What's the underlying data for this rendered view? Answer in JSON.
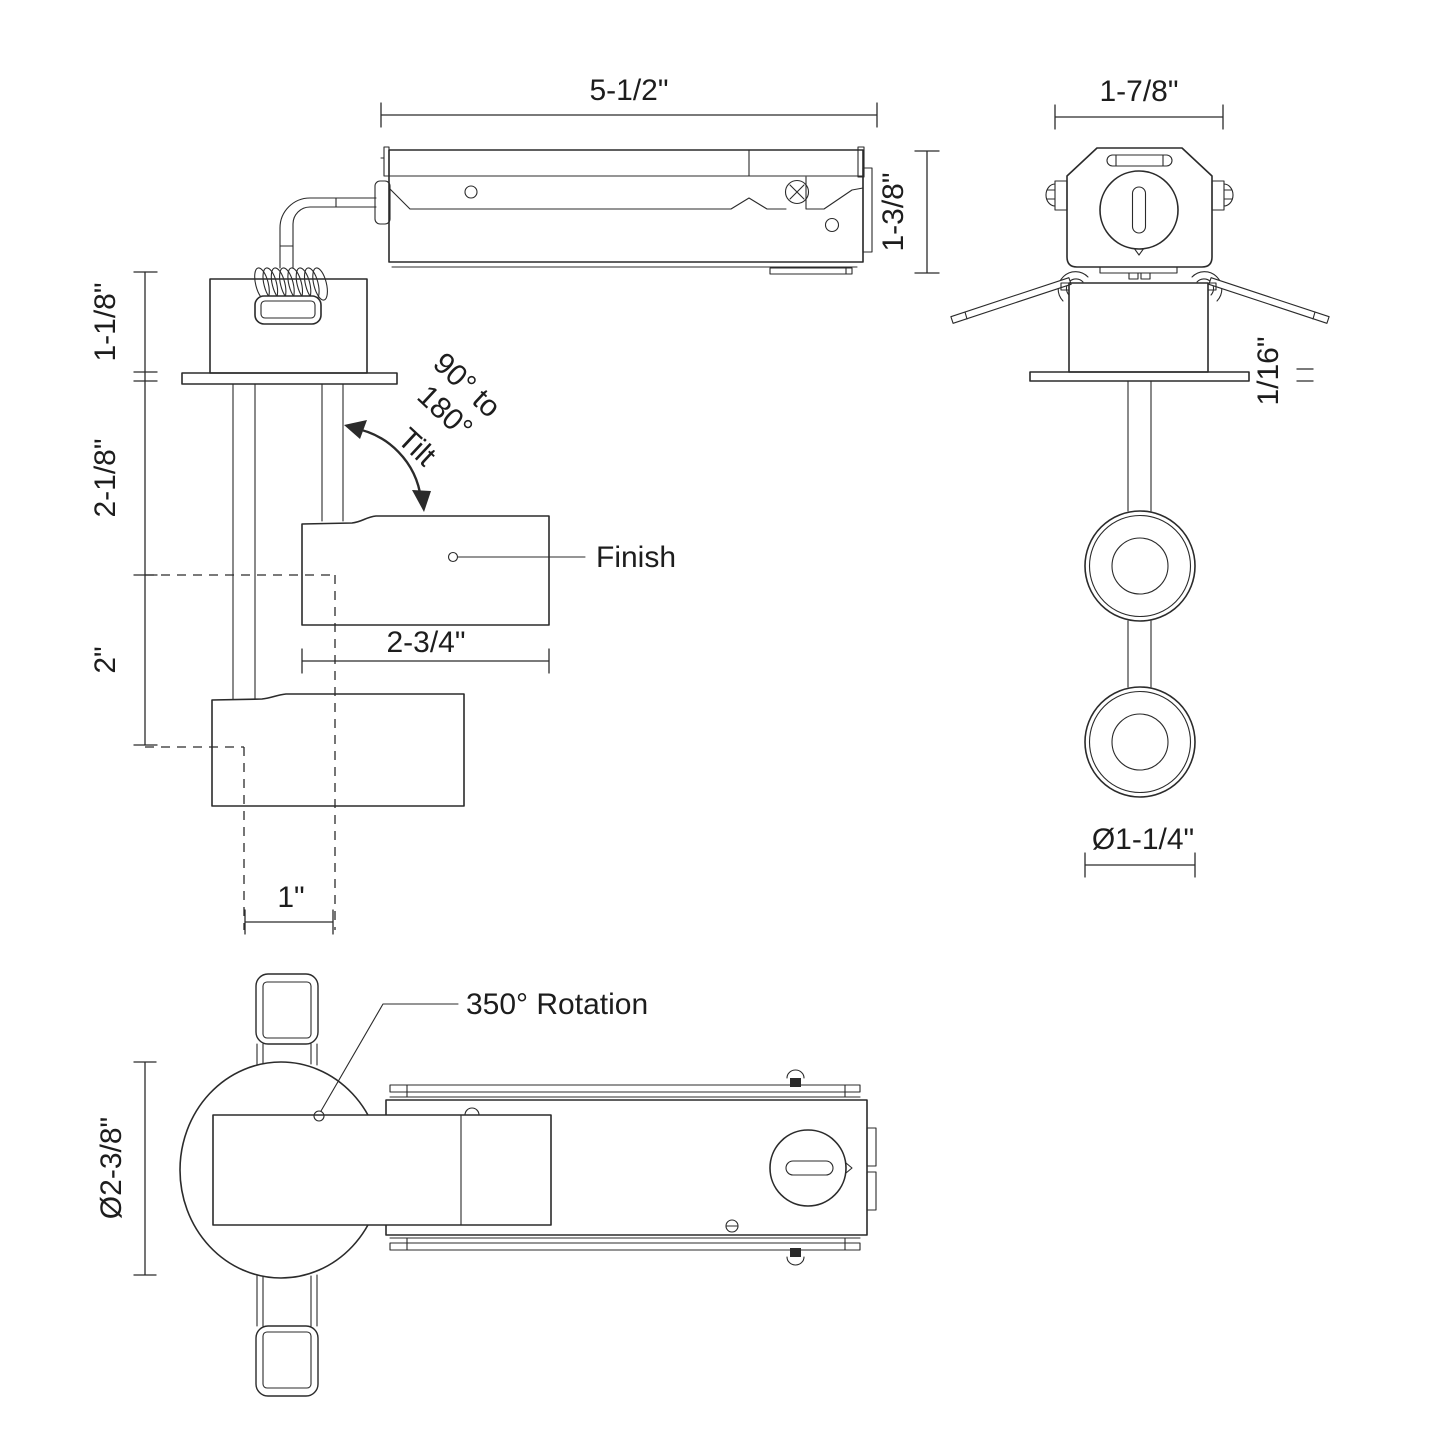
{
  "side_view": {
    "overall_width": "5-1/2\"",
    "housing_height": "1-3/8\"",
    "recess_height": "1-1/8\"",
    "upper_drop": "2-1/8\"",
    "lower_drop": "2\"",
    "head_length": "2-3/4\"",
    "axis_offset": "1\"",
    "tilt_range_line1": "90° to",
    "tilt_range_line2": "180°",
    "tilt_word": "Tilt",
    "finish_label": "Finish"
  },
  "front_view": {
    "overall_width": "1-7/8\"",
    "flange_thickness": "1/16\"",
    "head_diameter": "Ø1-1/4\""
  },
  "plan_view": {
    "trim_diameter": "Ø2-3/8\"",
    "rotation_label": "350° Rotation"
  },
  "colors": {
    "line": "#2b2b2b",
    "background": "#ffffff"
  }
}
